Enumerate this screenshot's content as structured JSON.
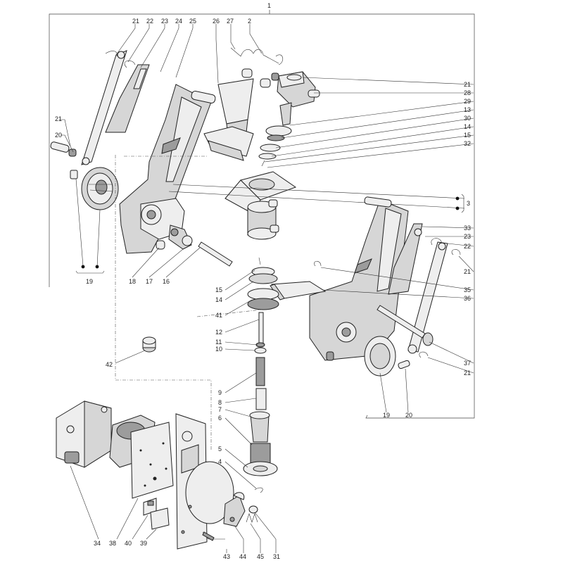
{
  "diagram": {
    "top_label": "1",
    "labels": {
      "p21a": "21",
      "p22a": "22",
      "p23a": "23",
      "p24": "24",
      "p25": "25",
      "p26": "26",
      "p27": "27",
      "p2": "2",
      "p21b": "21",
      "p28": "28",
      "p29": "29",
      "p13": "13",
      "p30": "30",
      "p14a": "14",
      "p15a": "15",
      "p32": "32",
      "p21c": "21",
      "p20a": "20",
      "p19a": "19",
      "p18": "18",
      "p17": "17",
      "p16": "16",
      "p3": "3",
      "p33": "33",
      "p23b": "23",
      "p22b": "22",
      "p21d": "21",
      "p35": "35",
      "p36": "36",
      "p37": "37",
      "p21e": "21",
      "p19b": "19",
      "p20b": "20",
      "p15b": "15",
      "p14b": "14",
      "p41": "41",
      "p12": "12",
      "p11": "11",
      "p10": "10",
      "p9": "9",
      "p8": "8",
      "p7": "7",
      "p6": "6",
      "p5": "5",
      "p4": "4",
      "p42": "42",
      "p34": "34",
      "p38": "38",
      "p40": "40",
      "p39": "39",
      "p43": "43",
      "p44": "44",
      "p45": "45",
      "p31": "31"
    }
  }
}
